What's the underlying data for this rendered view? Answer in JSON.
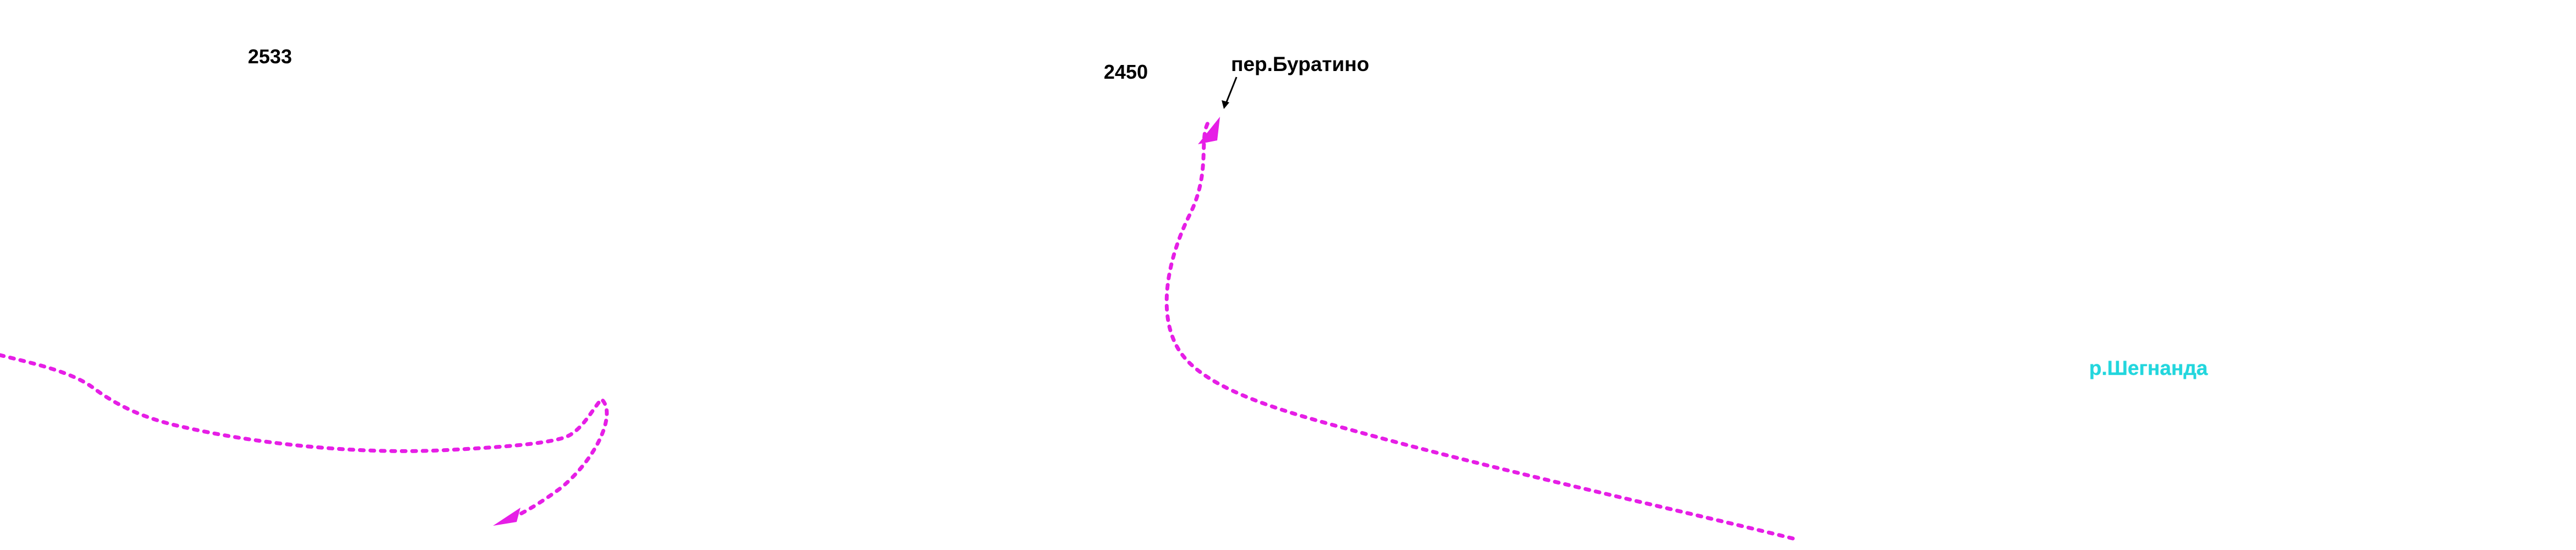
{
  "map": {
    "labels": {
      "peak_2533": "2533",
      "peak_2450": "2450",
      "pass": "пер.Буратино",
      "river": "р.Шегнанда"
    },
    "colors": {
      "route": "#e61ee6",
      "river_label": "#22d6dd",
      "text": "#000000",
      "background": "#ffffff"
    }
  }
}
